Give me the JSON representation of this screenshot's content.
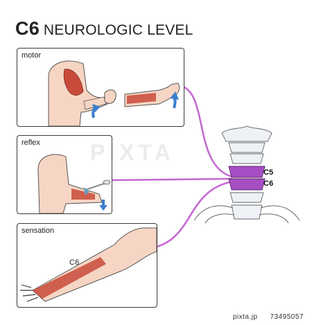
{
  "title": {
    "level": "C6",
    "rest": "NEUROLOGIC LEVEL"
  },
  "panels": {
    "motor": {
      "label": "motor"
    },
    "reflex": {
      "label": "reflex"
    },
    "sensation": {
      "label": "sensation",
      "dermatome_label": "C6"
    }
  },
  "spine": {
    "vertebra_upper": "C5",
    "vertebra_lower": "C6"
  },
  "watermark": "PIXTA",
  "footer": {
    "brand": "pixta.jp",
    "id": "73495057"
  },
  "colors": {
    "nerve_line": "#c46ad1",
    "vertebra_highlight": "#a64fc4",
    "skin": "#f6d5c4",
    "muscle": "#c84a3a",
    "arrow": "#3d7fcf"
  }
}
